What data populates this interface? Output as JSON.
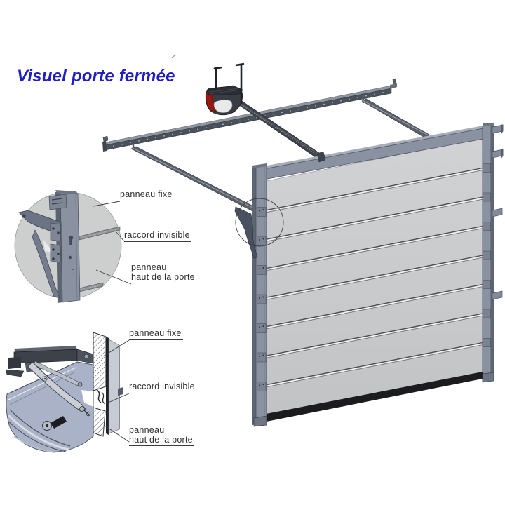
{
  "title": {
    "text": "Visuel porte fermée",
    "color": "#1e1ec4"
  },
  "callouts": {
    "top_detail": {
      "panneau_fixe": "panneau fixe",
      "raccord_invisible": "raccord invisible",
      "panneau_haut_line1": "panneau",
      "panneau_haut_line2": "haut de la porte"
    },
    "bottom_detail": {
      "panneau_fixe": "panneau fixe",
      "raccord_invisible": "raccord invisible",
      "panneau_haut_line1": "panneau",
      "panneau_haut_line2": "haut de la porte"
    }
  },
  "colors": {
    "title_blue": "#1e1ec4",
    "door_panel_gray": "#c9cbcd",
    "door_frame_gray": "#8a92a2",
    "rail_dark_gray": "#454a52",
    "motor_red": "#9e1410",
    "motor_lens_white": "#e8e9e9",
    "detail_panel_blue": "#a9b2c7",
    "label_text": "#2f2f2f"
  }
}
